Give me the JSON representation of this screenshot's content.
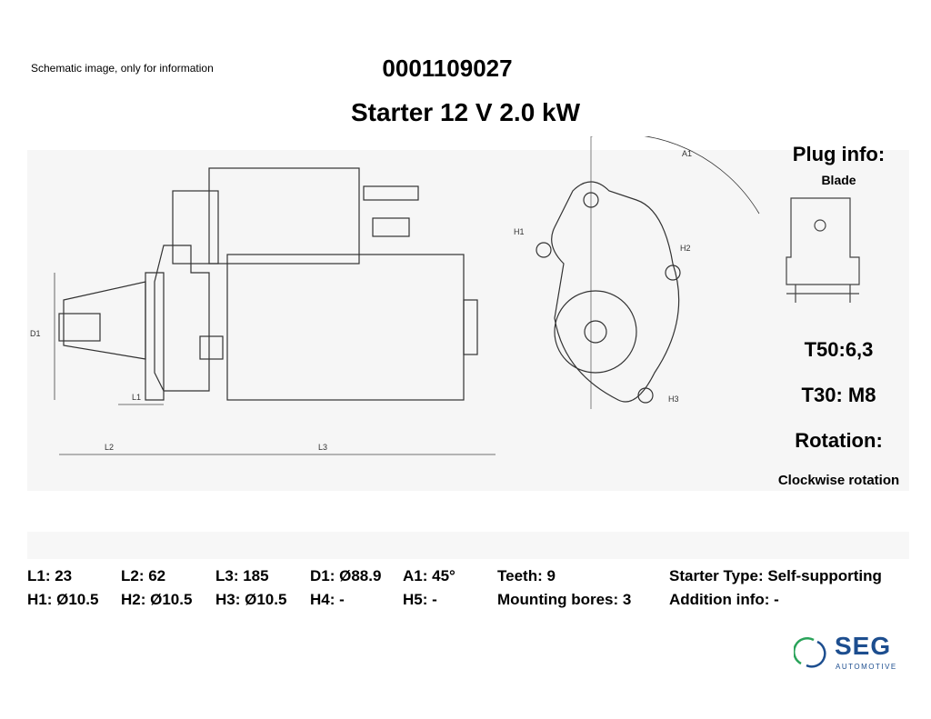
{
  "header": {
    "note": "Schematic image, only for information",
    "part_number": "0001109027",
    "title": "Starter 12 V 2.0 kW"
  },
  "drawing_labels": {
    "d1": "D1",
    "l1": "L1",
    "l2": "L2",
    "l3": "L3",
    "a1": "A1",
    "h1": "H1",
    "h2": "H2",
    "h3": "H3"
  },
  "side_panel": {
    "plug_heading": "Plug info:",
    "plug_type": "Blade",
    "t50": "T50:6,3",
    "t30": "T30: M8",
    "rotation_heading": "Rotation:",
    "rotation_value": "Clockwise rotation"
  },
  "specs": {
    "row1": [
      "L1: 23",
      "L2: 62",
      "L3: 185",
      "D1: Ø88.9",
      "A1: 45°",
      "Teeth: 9",
      "Starter Type:  Self-supporting"
    ],
    "row2": [
      "H1: Ø10.5",
      "H2: Ø10.5",
      "H3: Ø10.5",
      "H4: -",
      "H5: -",
      "Mounting bores: 3",
      "Addition info: -"
    ]
  },
  "logo": {
    "name": "SEG",
    "sub": "AUTOMOTIVE",
    "colors": {
      "blue": "#1d4e8f",
      "green": "#2aa35a"
    }
  }
}
